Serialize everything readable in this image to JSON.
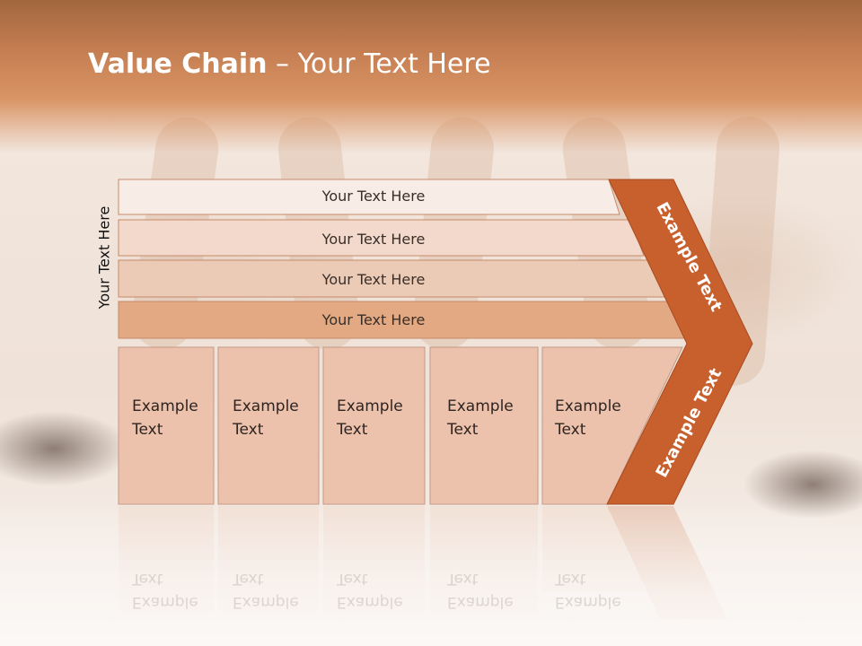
{
  "slide": {
    "title_bold": "Value Chain",
    "title_rest": " – Your Text Here",
    "side_label": "Your Text Here"
  },
  "bars": [
    {
      "label": "Your Text Here"
    },
    {
      "label": "Your Text Here"
    },
    {
      "label": "Your Text Here"
    },
    {
      "label": "Your Text Here"
    }
  ],
  "boxes": [
    {
      "line1": "Example",
      "line2": "Text"
    },
    {
      "line1": "Example",
      "line2": "Text"
    },
    {
      "line1": "Example",
      "line2": "Text"
    },
    {
      "line1": "Example",
      "line2": "Text"
    },
    {
      "line1": "Example",
      "line2": "Text"
    }
  ],
  "chevron": {
    "upper_label": "Example Text",
    "lower_label": "Example Text"
  },
  "colors": {
    "header": "#c67f52",
    "chevron": "#c8602e",
    "bar1": "#f8ece6",
    "bar2": "#f2d9cb",
    "bar3": "#eccbb6",
    "bar4": "#e2a983",
    "box": "#ecc2ad"
  }
}
